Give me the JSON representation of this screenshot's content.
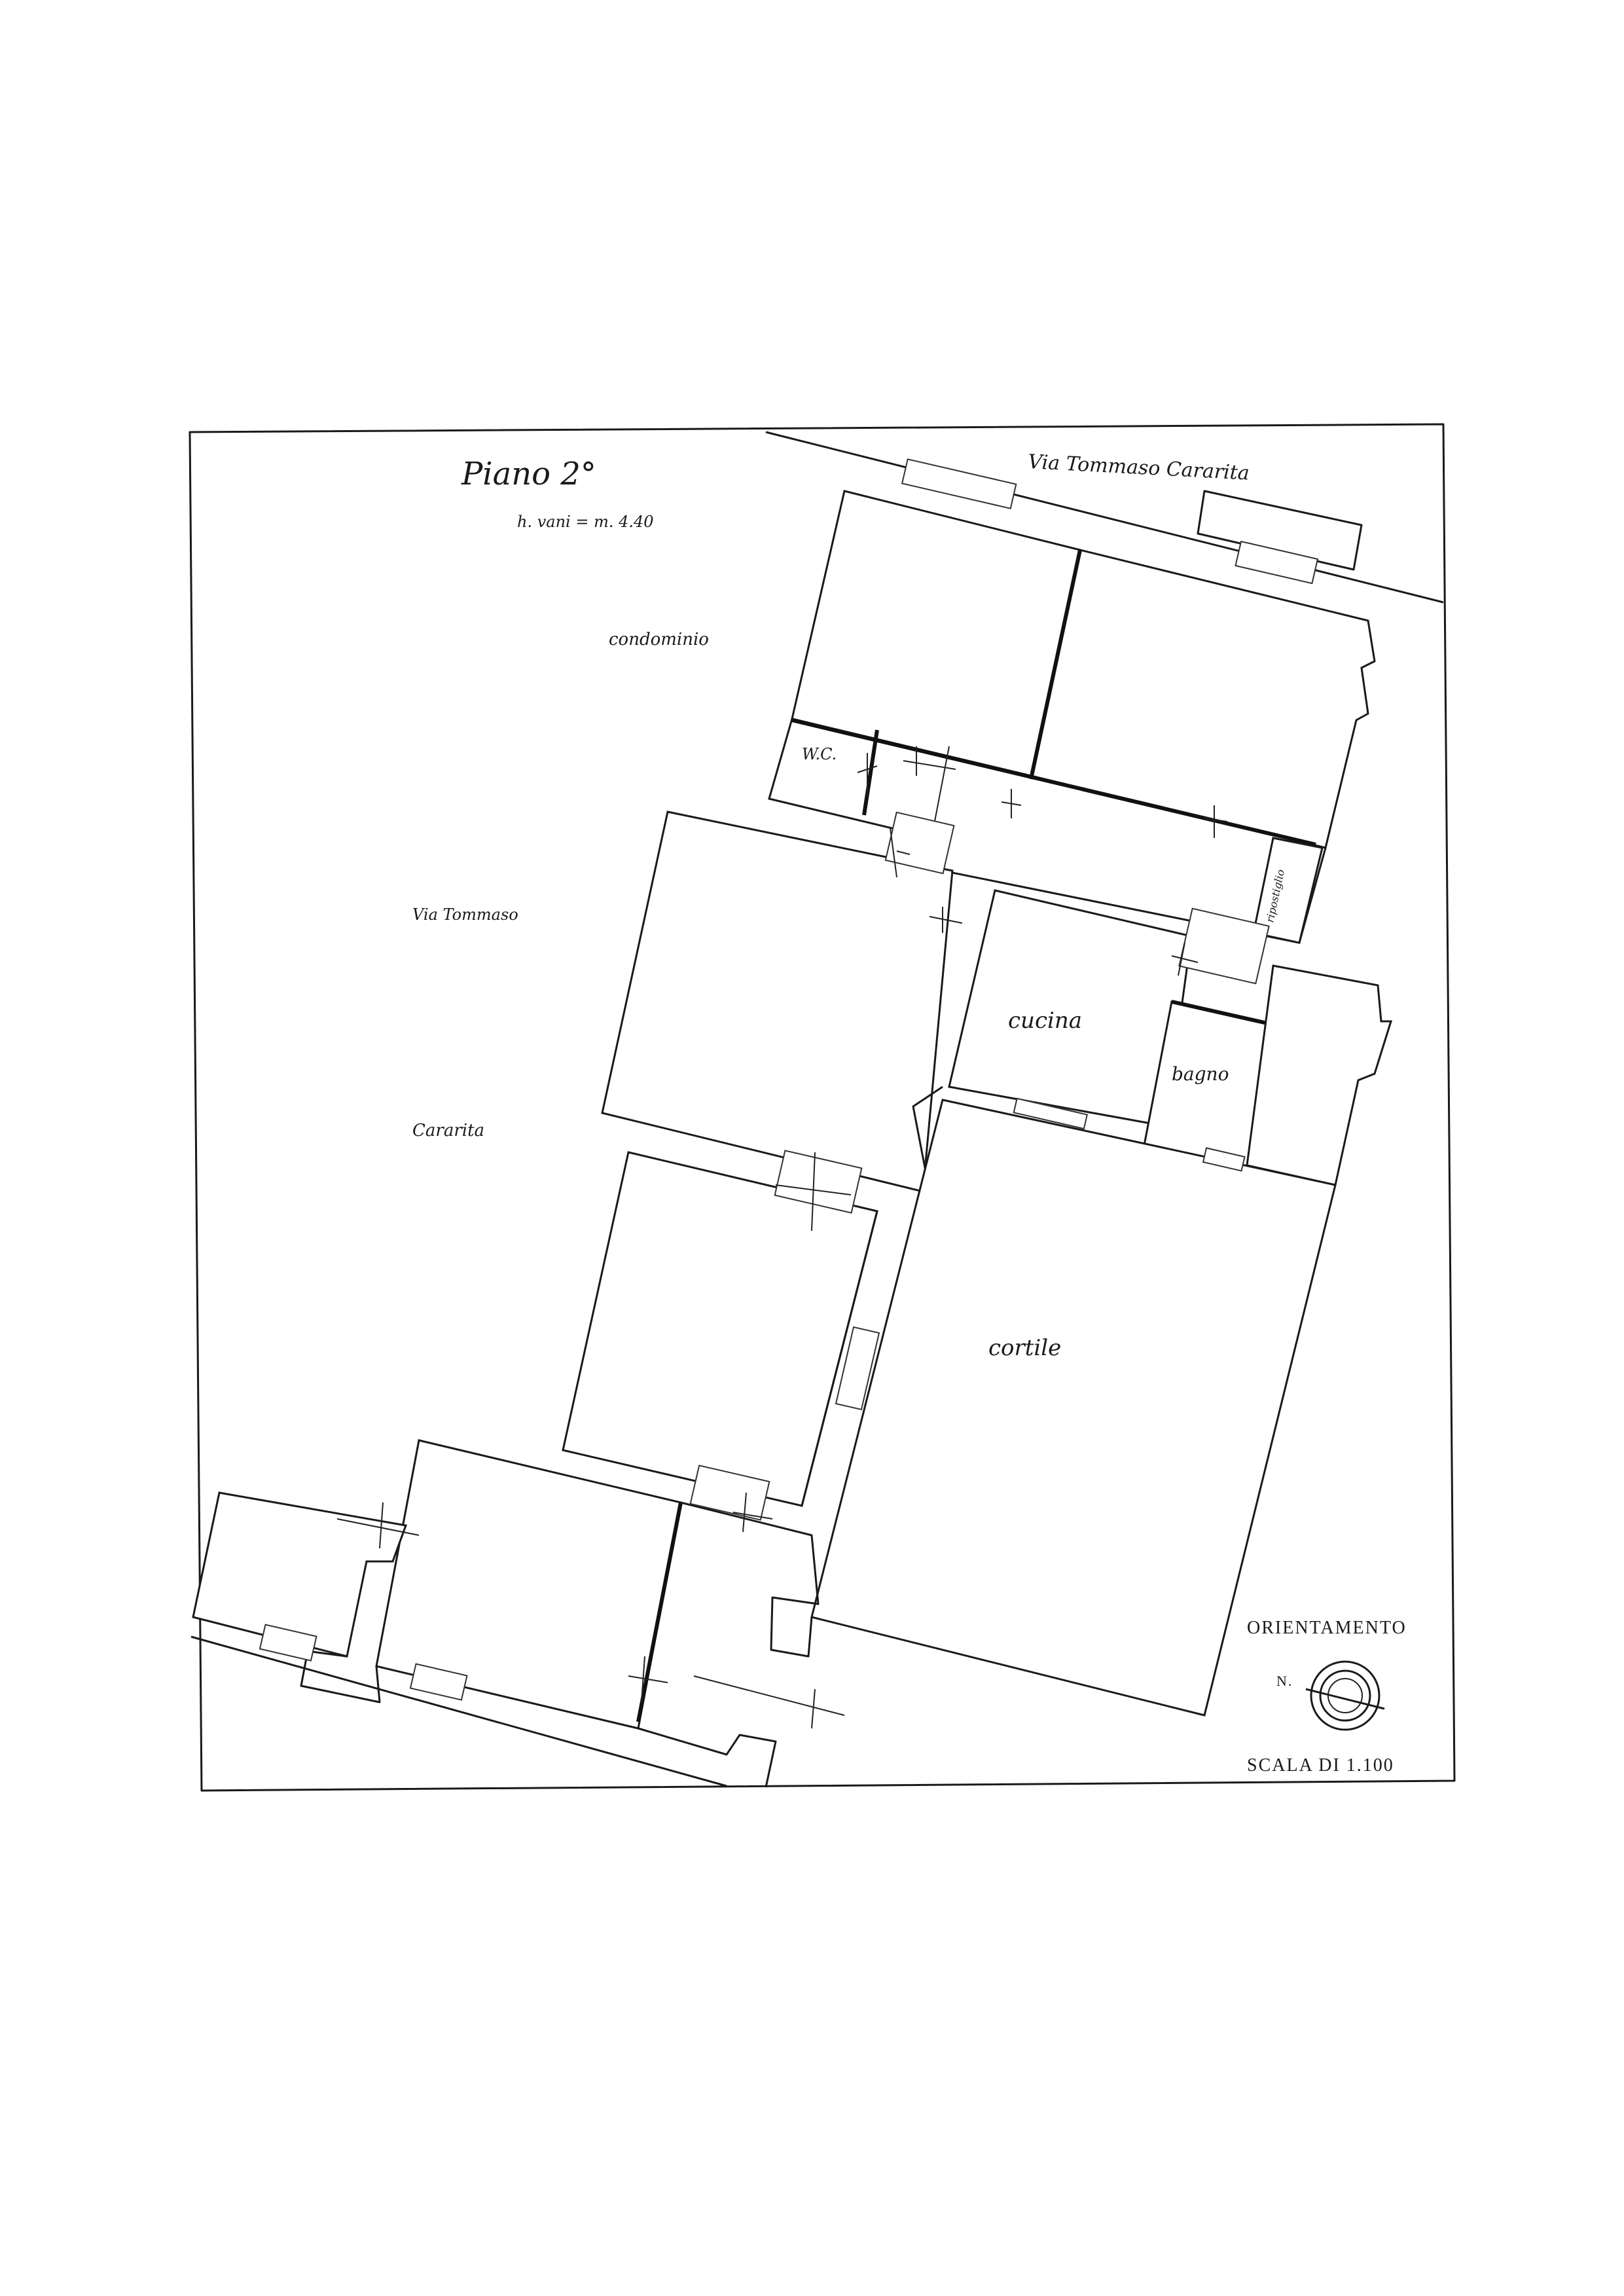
{
  "title": "Piano 2°",
  "subtitle": "h. vani = m. 4.40",
  "labels": {
    "street_top": "Via Tommaso Cararita",
    "condominio": "condominio",
    "street_left_1": "Via Tommaso",
    "street_left_2": "Cararita",
    "wc": "W.C.",
    "ripostiglio": "ripostiglio",
    "cucina": "cucina",
    "bagno": "bagno",
    "cortile": "cortile"
  },
  "legend": {
    "orientation": "ORIENTAMENTO",
    "north": "N.",
    "scale": "SCALA DI 1.100"
  }
}
